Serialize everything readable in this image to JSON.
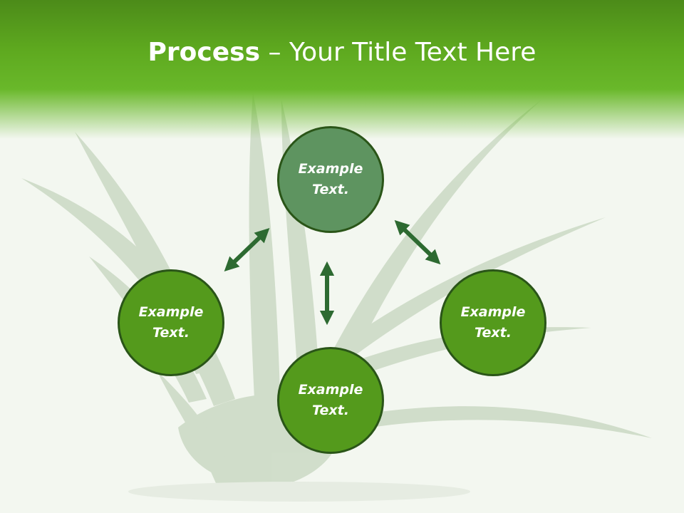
{
  "slide": {
    "title_bold": "Process",
    "title_rest": " – Your Title Text Here"
  },
  "nodes": [
    {
      "line1": "Example",
      "line2": "Text."
    },
    {
      "line1": "Example",
      "line2": "Text."
    },
    {
      "line1": "Example",
      "line2": "Text."
    },
    {
      "line1": "Example",
      "line2": "Text."
    }
  ],
  "colors": {
    "header_green": "#5ea91f",
    "center_node": "#5e9460",
    "outer_node": "#549a1c",
    "arrow": "#2d6a31",
    "node_border": "#2a5518"
  }
}
